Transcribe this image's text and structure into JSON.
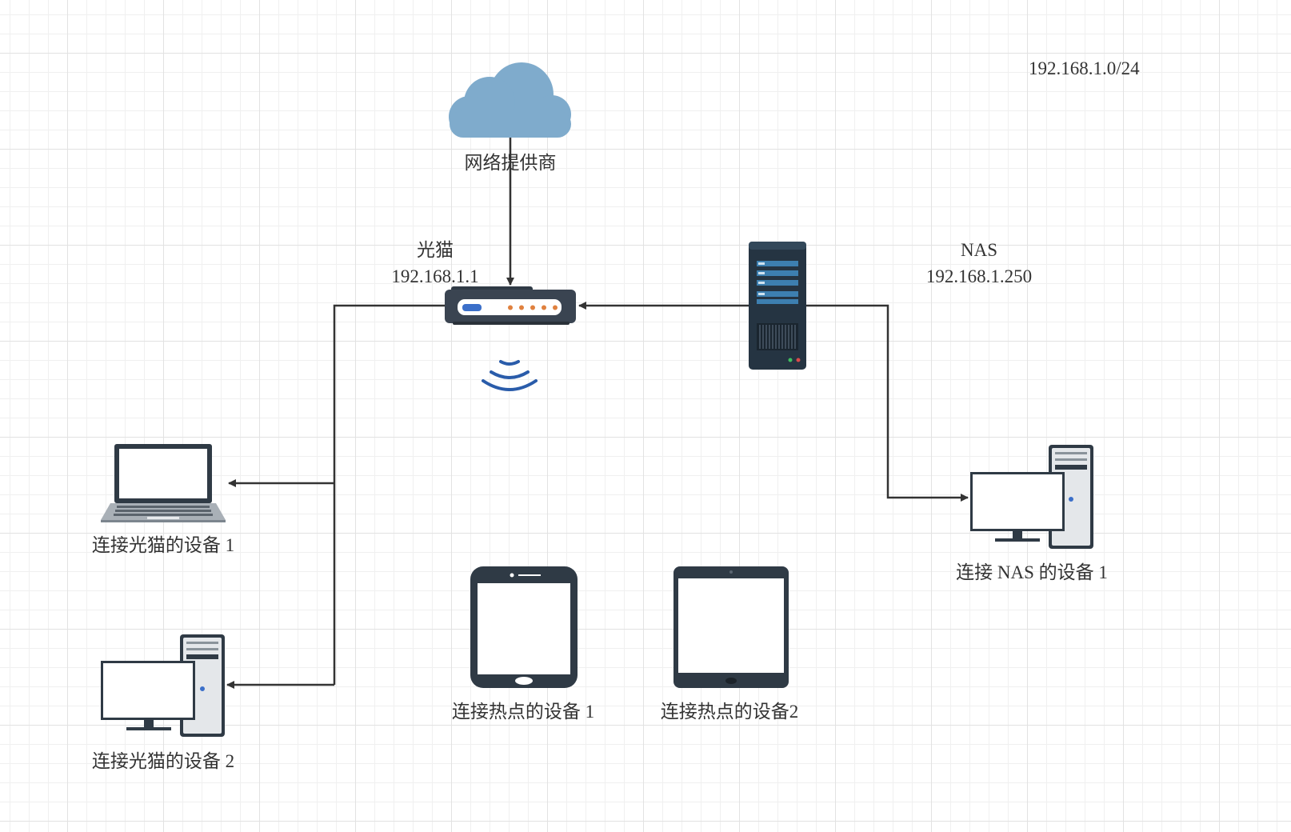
{
  "subnet_label": "192.168.1.0/24",
  "nodes": {
    "isp": {
      "label": "网络提供商",
      "icon": "cloud-icon"
    },
    "modem": {
      "name": "光猫",
      "ip": "192.168.1.1",
      "icon": "router-icon"
    },
    "nas": {
      "name": "NAS",
      "ip": "192.168.1.250",
      "icon": "server-tower-icon"
    },
    "wifi": {
      "icon": "wifi-signal-icon"
    },
    "laptop1": {
      "label": "连接光猫的设备 1",
      "icon": "laptop-icon"
    },
    "desktop2": {
      "label": "连接光猫的设备 2",
      "icon": "desktop-computer-icon"
    },
    "tablet1": {
      "label": "连接热点的设备 1",
      "icon": "tablet-icon"
    },
    "tablet2": {
      "label": "连接热点的设备2",
      "icon": "tablet-icon"
    },
    "nas_device1": {
      "label": "连接 NAS 的设备 1",
      "icon": "desktop-computer-icon"
    }
  },
  "colors": {
    "cloud": "#7fabcc",
    "connector": "#333333",
    "device_dark": "#2f3a45",
    "server_body": "#253442",
    "server_slot": "#3d7fb0",
    "router_led": "#e0813f",
    "router_port": "#3b6fc9",
    "wifi": "#2a5caa"
  }
}
